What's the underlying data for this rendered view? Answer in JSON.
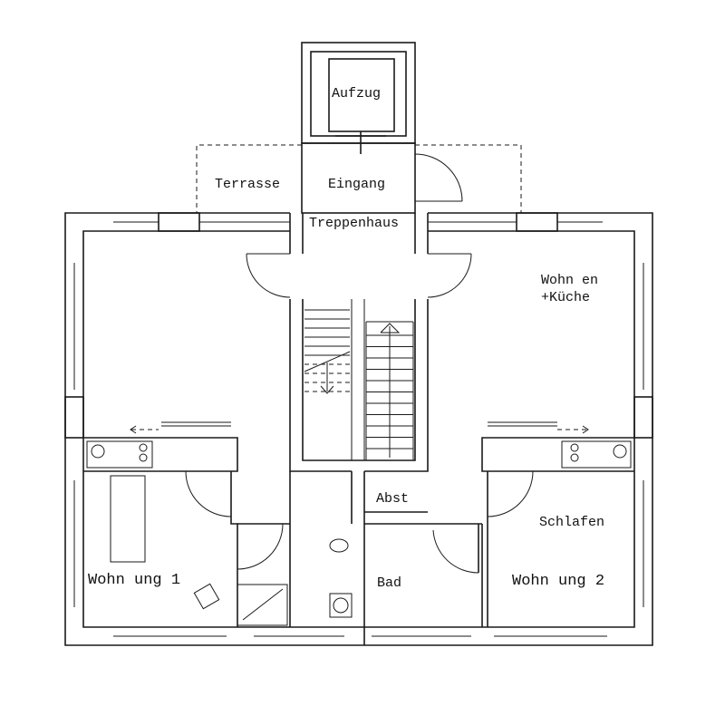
{
  "plan": {
    "labels": {
      "elevator": "Aufzug",
      "terrace": "Terrasse",
      "entrance": "Eingang",
      "stairwell": "Treppenhaus",
      "living": "Wohn en",
      "kitchen": "+Küche",
      "storage": "Abst",
      "bedroom": "Schlafen",
      "apartment1": "Wohn ung 1",
      "bath": "Bad",
      "apartment2": "Wohn ung 2"
    }
  }
}
